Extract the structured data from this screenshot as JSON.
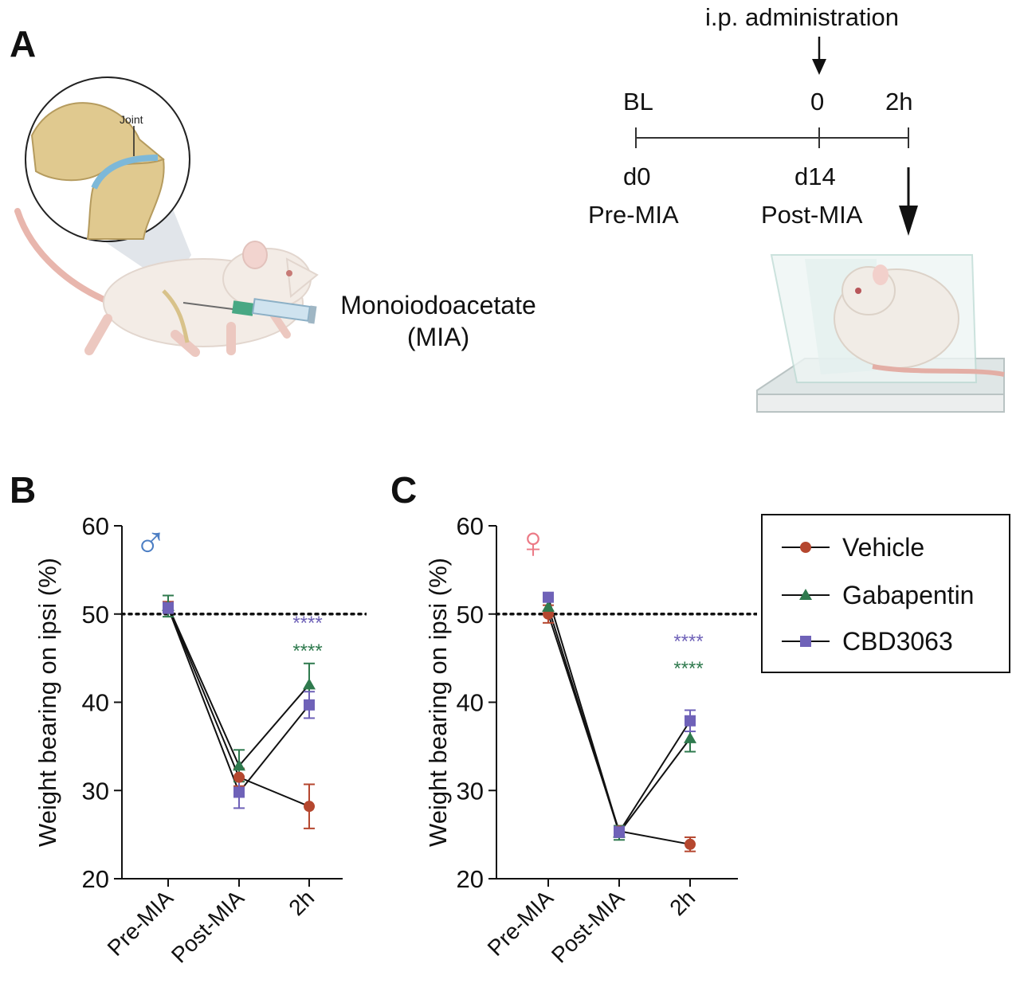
{
  "panels": {
    "a": "A",
    "b": "B",
    "c": "C"
  },
  "timeline": {
    "admin_label": "i.p. administration",
    "top_labels": [
      "BL",
      "0",
      "2h"
    ],
    "day_labels": [
      "d0",
      "d14"
    ],
    "phase_labels": [
      "Pre-MIA",
      "Post-MIA"
    ]
  },
  "illustration": {
    "joint_label": "Joint",
    "injection_label_line1": "Monoiodoacetate",
    "injection_label_line2": "(MIA)"
  },
  "colors": {
    "vehicle": "#b5472f",
    "gabapentin": "#2f7a4e",
    "cbd3063": "#6f62b8",
    "male_symbol": "#4d7fc4",
    "female_symbol": "#ec7a86"
  },
  "legend": {
    "entries": [
      {
        "label": "Vehicle",
        "marker": "circle"
      },
      {
        "label": "Gabapentin",
        "marker": "triangle"
      },
      {
        "label": "CBD3063",
        "marker": "square"
      }
    ]
  },
  "chart_data": [
    {
      "type": "line",
      "panel": "B",
      "sex_symbol": "♂",
      "ylabel": "Weight bearing on ipsi (%)",
      "categories": [
        "Pre-MIA",
        "Post-MIA",
        "2h"
      ],
      "ylim": [
        20,
        60
      ],
      "yticks": [
        20,
        30,
        40,
        50,
        60
      ],
      "reference_line": 50,
      "series": [
        {
          "name": "Vehicle",
          "values": [
            50.8,
            31.5,
            28.2
          ],
          "errors": [
            0.6,
            1.0,
            2.5
          ]
        },
        {
          "name": "Gabapentin",
          "values": [
            50.9,
            32.8,
            42.0
          ],
          "errors": [
            1.2,
            1.8,
            2.4
          ]
        },
        {
          "name": "CBD3063",
          "values": [
            50.7,
            29.8,
            39.7
          ],
          "errors": [
            0.6,
            1.8,
            1.5
          ]
        }
      ],
      "significance": [
        {
          "text": "****",
          "series": "CBD3063"
        },
        {
          "text": "****",
          "series": "Gabapentin"
        }
      ]
    },
    {
      "type": "line",
      "panel": "C",
      "sex_symbol": "♀",
      "ylabel": "Weight bearing on ipsi (%)",
      "categories": [
        "Pre-MIA",
        "Post-MIA",
        "2h"
      ],
      "ylim": [
        20,
        60
      ],
      "yticks": [
        20,
        30,
        40,
        50,
        60
      ],
      "reference_line": 50,
      "series": [
        {
          "name": "Vehicle",
          "values": [
            50.0,
            25.4,
            23.9
          ],
          "errors": [
            1.0,
            0.6,
            0.8
          ]
        },
        {
          "name": "Gabapentin",
          "values": [
            50.8,
            25.2,
            35.9
          ],
          "errors": [
            0.8,
            0.8,
            1.5
          ]
        },
        {
          "name": "CBD3063",
          "values": [
            51.9,
            25.3,
            37.9
          ],
          "errors": [
            0.4,
            0.6,
            1.2
          ]
        }
      ],
      "significance": [
        {
          "text": "****",
          "series": "CBD3063"
        },
        {
          "text": "****",
          "series": "Gabapentin"
        }
      ]
    }
  ]
}
